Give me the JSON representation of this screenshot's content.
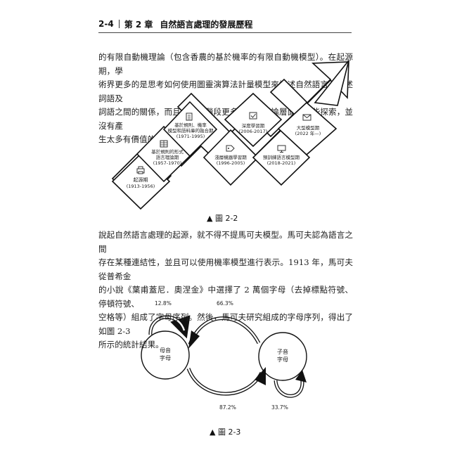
{
  "header": {
    "section": "2-4",
    "chapter": "第 2 章",
    "title": "自然語言處理的發展歷程"
  },
  "paragraph1": {
    "lines": [
      "的有限自動機理論（包含香農的基於機率的有限自動機模型）。在起源期，學",
      "術界更多的是思考如何使用圖靈演算法計量模型來描述自然語言，描述詞語及",
      "詞語之間的關係，而且在這個階段更多的是在理論層面做一些探索，並沒有產",
      "生太多有價值的應用。"
    ]
  },
  "figure1": {
    "caption": "▲ 圖 2-2",
    "stages": [
      {
        "name": "起源期",
        "period": "(1913-1956)",
        "icon": "printer-icon"
      },
      {
        "name_lines": [
          "基於規則的形式",
          "語言理論期"
        ],
        "period": "(1957-1970)",
        "icon": "grid-table-icon"
      },
      {
        "name_lines": [
          "基於規則、機率",
          "模型和語料庫的融合期"
        ],
        "period": "(1971-1995)",
        "icon": "document-icon"
      },
      {
        "name": "淺層機器學習期",
        "period": "(1996-2005)",
        "icon": "tag-icon"
      },
      {
        "name": "深度學習期",
        "period": "(2006-2017)",
        "icon": "check-box-icon"
      },
      {
        "name": "預訓練語言模型期",
        "period": "(2018-2021)",
        "icon": "monitor-icon"
      },
      {
        "name": "大型模型期",
        "period": "(2022 年—)",
        "icon": "mail-icon"
      }
    ]
  },
  "paragraph2": {
    "lines": [
      "說起自然語言處理的起源，就不得不提馬可夫模型。馬可夫認為語言之間",
      "存在某種連結性，並且可以使用機率模型進行表示。1913 年，馬可夫從普希金",
      "的小說《葉甫蓋尼．奧涅金》中選擇了 2 萬個字母（去掉標點符號、停頓符號、",
      "空格等）組成了字母序列。然後，馬可夫研究組成的字母序列，得出了如圖 2-3",
      "所示的統計結果。"
    ]
  },
  "figure2": {
    "caption": "▲ 圖 2-3",
    "vowel": [
      "母音",
      "字母"
    ],
    "consonant": [
      "子音",
      "字母"
    ],
    "vowel_self": "12.8%",
    "vowel_to_consonant": "66.3%",
    "consonant_to_vowel": "87.2%",
    "consonant_self": "33.7%"
  }
}
